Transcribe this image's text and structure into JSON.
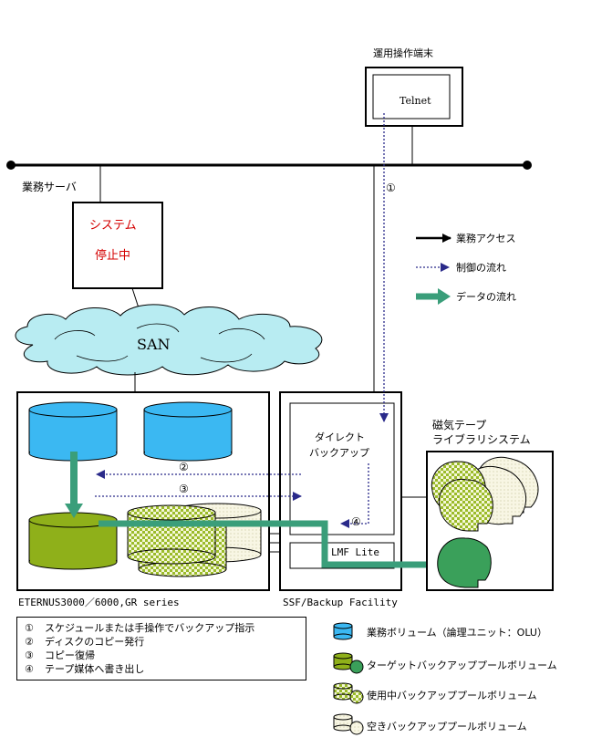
{
  "labels": {
    "terminal_title": "運用操作端末",
    "telnet": "Telnet",
    "business_server": "業務サーバ",
    "server_status_line1": "システム",
    "server_status_line2": "停止中",
    "san": "SAN",
    "eternus": "ETERNUS3000／6000,GR series",
    "ssf": "SSF/Backup Facility",
    "direct_backup_line1": "ダイレクト",
    "direct_backup_line2": "バックアップ",
    "lmf_lite": "LMF Lite",
    "tape_library_line1": "磁気テープ",
    "tape_library_line2": "ライブラリシステム"
  },
  "markers": {
    "m1": "①",
    "m2": "②",
    "m3": "③",
    "m4": "④"
  },
  "legend_arrows": {
    "business_access": "業務アクセス",
    "control_flow": "制御の流れ",
    "data_flow": "データの流れ"
  },
  "steps": [
    {
      "num": "①",
      "text": "スケジュールまたは手操作でバックアップ指示"
    },
    {
      "num": "②",
      "text": "ディスクのコピー発行"
    },
    {
      "num": "③",
      "text": "コピー復帰"
    },
    {
      "num": "④",
      "text": "テープ媒体へ書き出し"
    }
  ],
  "legend_volumes": {
    "business_volume": "業務ボリューム（論理ユニット：OLU）",
    "target_volume": "ターゲットバックアッププールボリューム",
    "in_use_volume": "使用中バックアッププールボリューム",
    "free_volume": "空きバックアッププールボリューム"
  },
  "colors": {
    "business_volume": "#3bb8f2",
    "target_volume": "#8fb01a",
    "data_flow": "#3a9e7a",
    "control_flow": "#2a2a8a",
    "server_status_text": "#d40000",
    "san_cloud": "#b8ecf2"
  }
}
